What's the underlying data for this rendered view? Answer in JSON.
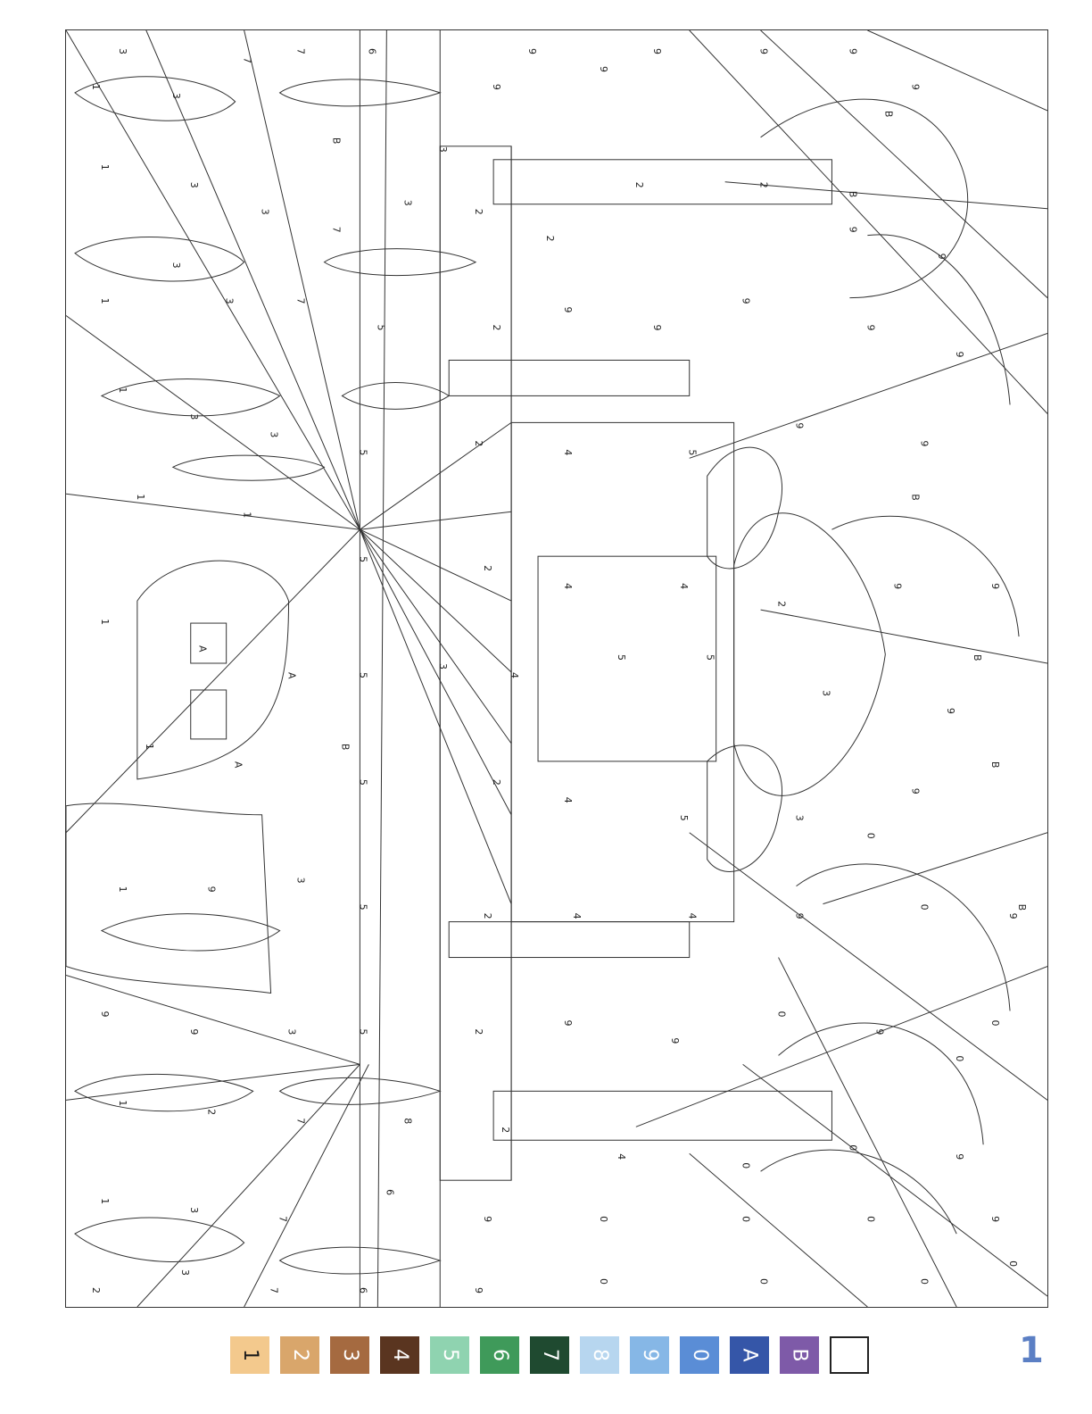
{
  "page_number": "1",
  "colors": {
    "stroke": "#333333",
    "legend_text_dark": "#1a1a1a",
    "legend_text_light": "#ffffff",
    "page_number": "#5b7fc4"
  },
  "legend": [
    {
      "key": "1",
      "color": "#f3c98d",
      "text_color": "#1a1a1a"
    },
    {
      "key": "2",
      "color": "#d9a66b",
      "text_color": "#ffffff"
    },
    {
      "key": "3",
      "color": "#a56a40",
      "text_color": "#ffffff"
    },
    {
      "key": "4",
      "color": "#5a3520",
      "text_color": "#ffffff"
    },
    {
      "key": "5",
      "color": "#8fd3b0",
      "text_color": "#ffffff"
    },
    {
      "key": "6",
      "color": "#3f9a5a",
      "text_color": "#ffffff"
    },
    {
      "key": "7",
      "color": "#1f4a30",
      "text_color": "#ffffff"
    },
    {
      "key": "8",
      "color": "#b7d6ef",
      "text_color": "#ffffff"
    },
    {
      "key": "9",
      "color": "#86b7e6",
      "text_color": "#ffffff"
    },
    {
      "key": "0",
      "color": "#5a8dd6",
      "text_color": "#ffffff"
    },
    {
      "key": "A",
      "color": "#3556a8",
      "text_color": "#ffffff"
    },
    {
      "key": "B",
      "color": "#7e5aa8",
      "text_color": "#ffffff"
    },
    {
      "key": "",
      "color": "#ffffff",
      "text_color": "#1a1a1a"
    }
  ],
  "region_labels": [
    "1",
    "2",
    "3",
    "4",
    "5",
    "6",
    "7",
    "8",
    "9",
    "0",
    "A",
    "B"
  ]
}
